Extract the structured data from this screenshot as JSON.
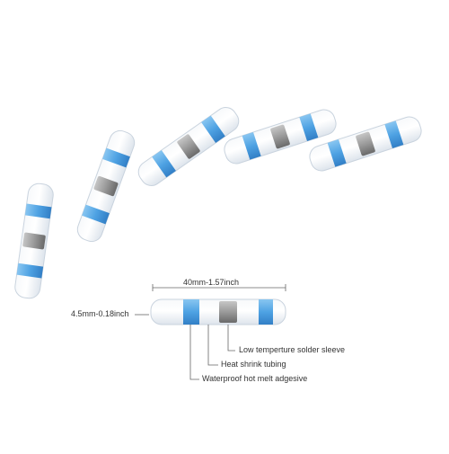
{
  "labels": {
    "length": "40mm-1.57inch",
    "diameter": "4.5mm-0.18inch",
    "solder_sleeve": "Low temperture solder sleeve",
    "shrink_tubing": "Heat shrink tubing",
    "adhesive": "Waterproof hot melt adgesive"
  },
  "colors": {
    "tube": "#eef2f7",
    "tube_edge": "#c9d3de",
    "ring": "#3b98e0",
    "ring_dark": "#1f74c2",
    "solder": "#9a9a9a",
    "solder_dark": "#6f6f6f",
    "leader": "#666666",
    "text": "#333333"
  }
}
